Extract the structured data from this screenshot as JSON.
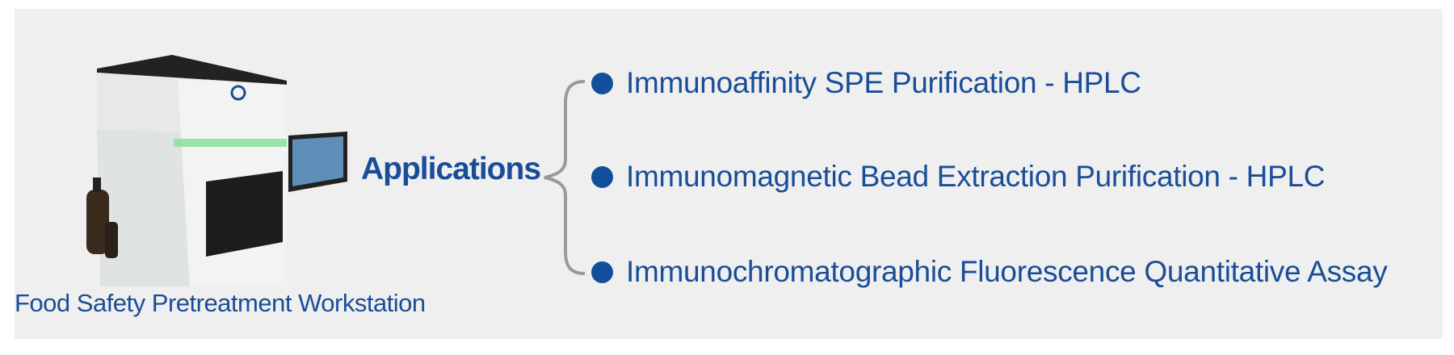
{
  "product": {
    "caption": "Food Safety Pretreatment Workstation"
  },
  "applications": {
    "heading": "Applications",
    "items": [
      {
        "label": "Immunoaffinity SPE Purification - HPLC"
      },
      {
        "label": "Immunomagnetic Bead Extraction Purification - HPLC"
      },
      {
        "label": "Immunochromatographic Fluorescence Quantitative Assay"
      }
    ]
  },
  "colors": {
    "text": "#1a4d98",
    "bullet": "#124f9a",
    "background": "#efefef",
    "brace": "#9a9a9a",
    "light_bar": "#8fe0a0"
  }
}
